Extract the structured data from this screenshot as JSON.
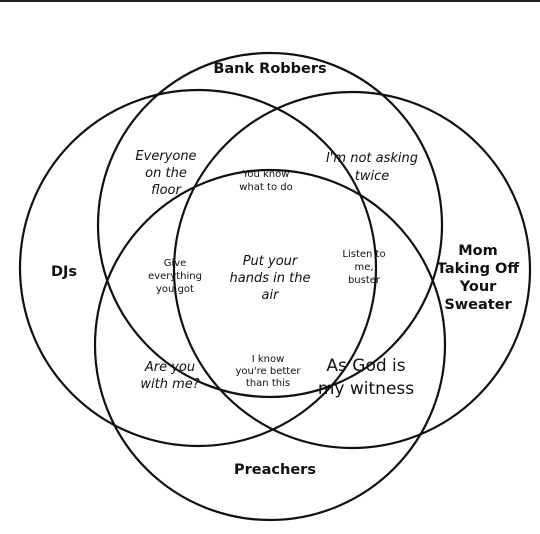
{
  "sets": {
    "bank_robbers": "Bank Robbers",
    "djs": "DJs",
    "mom": [
      "Mom",
      "Taking Off",
      "Your",
      "Sweater"
    ],
    "preachers": "Preachers"
  },
  "regions": {
    "djs_bank_robbers": [
      "Everyone",
      "on the",
      "floor"
    ],
    "bank_robbers_mom": [
      "I'm not asking",
      "twice"
    ],
    "bank_robbers_only_center": [
      "You know",
      "what to do"
    ],
    "djs_preachers_bank": [
      "Give",
      "everything",
      "you got"
    ],
    "center": [
      "Put your",
      "hands in the",
      "air"
    ],
    "mom_bank_preachers": [
      "Listen to",
      "me,",
      "buster"
    ],
    "djs_preachers": [
      "Are you",
      "with me?"
    ],
    "djs_mom_preachers": [
      "I know",
      "you're better",
      "than this"
    ],
    "mom_preachers": [
      "As God is",
      "my witness"
    ]
  },
  "colors": {
    "stroke": "#111111",
    "background": "#ffffff"
  }
}
